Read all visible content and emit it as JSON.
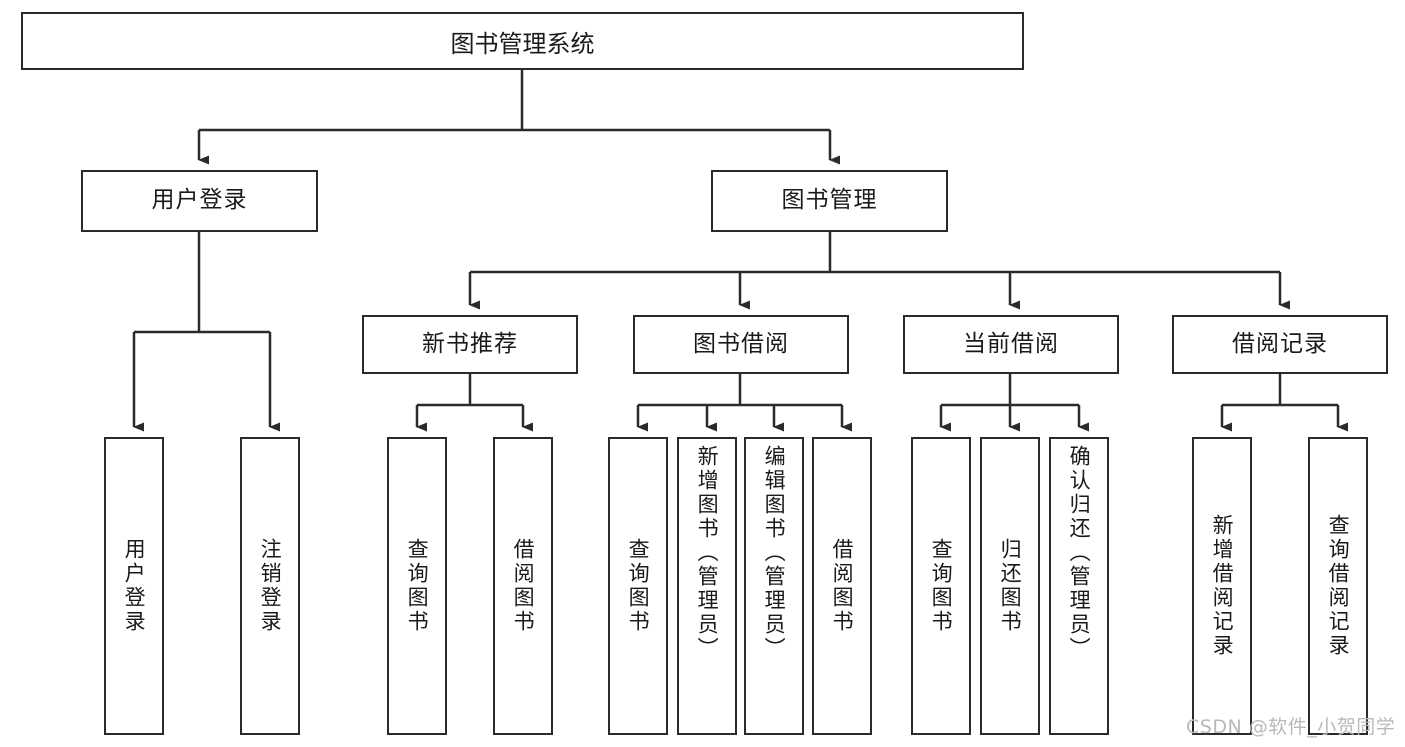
{
  "diagram": {
    "type": "tree",
    "title": "图书管理系统",
    "root": {
      "label": "图书管理系统"
    },
    "level2": [
      {
        "label": "用户登录"
      },
      {
        "label": "图书管理"
      }
    ],
    "level3": [
      {
        "label": "新书推荐"
      },
      {
        "label": "图书借阅"
      },
      {
        "label": "当前借阅"
      },
      {
        "label": "借阅记录"
      }
    ],
    "leaves": {
      "user_login": [
        {
          "label": "用户登录"
        },
        {
          "label": "注销登录"
        }
      ],
      "new_book": [
        {
          "label": "查询图书"
        },
        {
          "label": "借阅图书"
        }
      ],
      "borrow": [
        {
          "label": "查询图书"
        },
        {
          "label": "新增图书（管理员）"
        },
        {
          "label": "编辑图书（管理员）"
        },
        {
          "label": "借阅图书"
        }
      ],
      "current": [
        {
          "label": "查询图书"
        },
        {
          "label": "归还图书"
        },
        {
          "label": "确认归还（管理员）"
        }
      ],
      "records": [
        {
          "label": "新增借阅记录"
        },
        {
          "label": "查询借阅记录"
        }
      ]
    }
  },
  "watermark": {
    "text": "CSDN @软件_小贺同学"
  },
  "colors": {
    "stroke": "#2b2b2b",
    "fill": "#ffffff",
    "text": "#1a1a1a",
    "watermark": "#b9b9b9"
  }
}
